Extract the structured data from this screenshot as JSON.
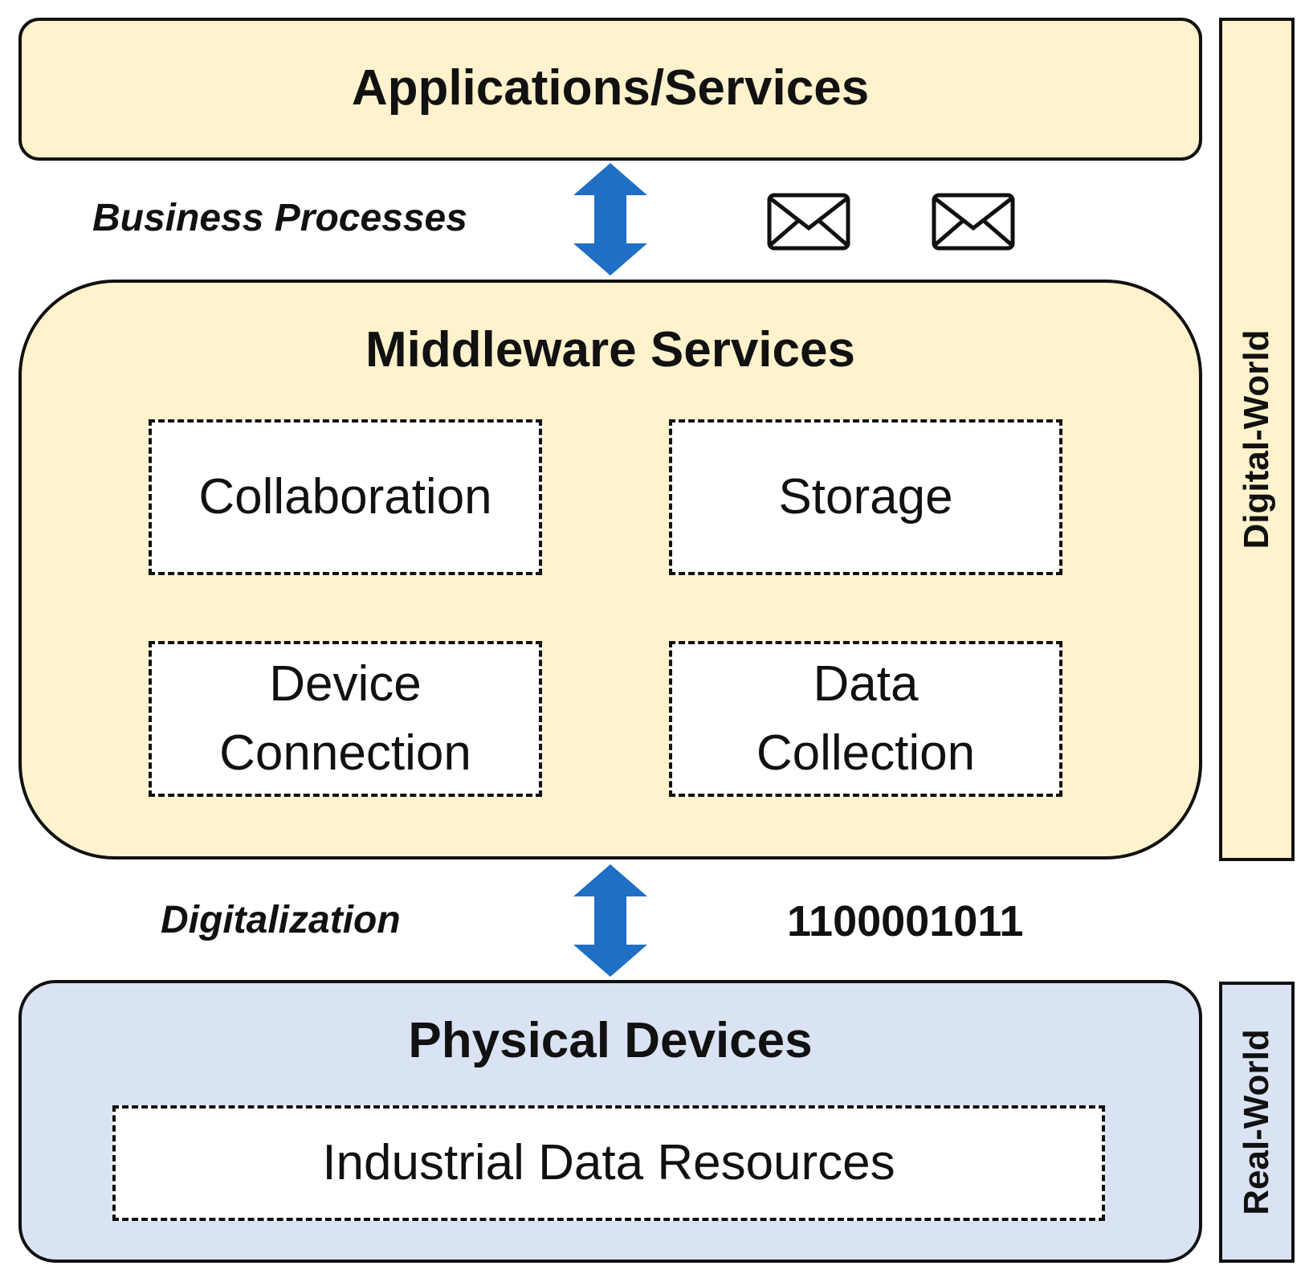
{
  "applications": {
    "title": "Applications/Services"
  },
  "business_processes": {
    "label": "Business Processes",
    "icons": [
      "envelope-icon",
      "envelope-icon"
    ]
  },
  "middleware": {
    "title": "Middleware Services",
    "boxes": [
      {
        "line1": "Collaboration",
        "line2": ""
      },
      {
        "line1": "Storage",
        "line2": ""
      },
      {
        "line1": "Device",
        "line2": "Connection"
      },
      {
        "line1": "Data",
        "line2": "Collection"
      }
    ]
  },
  "digitalization": {
    "label": "Digitalization",
    "binary": "1100001011"
  },
  "physical": {
    "title": "Physical Devices",
    "resource": "Industrial Data Resources"
  },
  "sidebars": {
    "digital": "Digital-World",
    "real": "Real-World"
  },
  "colors": {
    "yellow_fill": "#FFF2CC",
    "blue_fill": "#DAE3F3",
    "arrow": "#1F6FC5",
    "outline": "#111111"
  }
}
